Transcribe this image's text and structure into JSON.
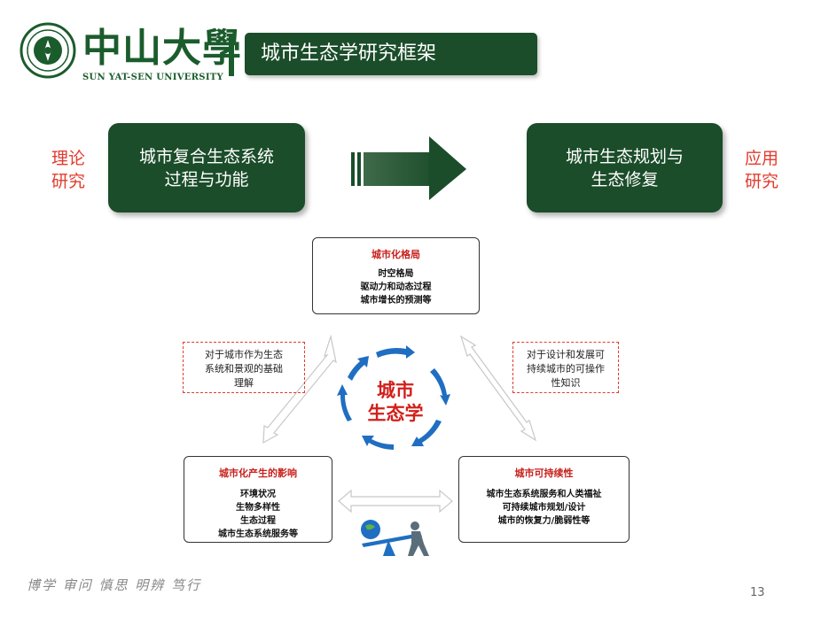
{
  "header": {
    "university_cn": "中山大學",
    "university_en": "SUN YAT-SEN UNIVERSITY",
    "title": "城市生态学研究框架"
  },
  "top_row": {
    "left_label_line1": "理论",
    "left_label_line2": "研究",
    "left_box_line1": "城市复合生态系统",
    "left_box_line2": "过程与功能",
    "right_box_line1": "城市生态规划与",
    "right_box_line2": "生态修复",
    "right_label_line1": "应用",
    "right_label_line2": "研究"
  },
  "nodes": {
    "top": {
      "title": "城市化格局",
      "items": [
        "时空格局",
        "驱动力和动态过程",
        "城市增长的预测等"
      ]
    },
    "bottom_left": {
      "title": "城市化产生的影响",
      "items": [
        "环境状况",
        "生物多样性",
        "生态过程",
        "城市生态系统服务等"
      ]
    },
    "bottom_right": {
      "title": "城市可持续性",
      "items": [
        "城市生态系统服务和人类福祉",
        "可持续城市规划/设计",
        "城市的恢复力/脆弱性等"
      ]
    }
  },
  "notes": {
    "left_lines": [
      "对于城市作为生态",
      "系统和景观的基础",
      "理解"
    ],
    "right_lines": [
      "对于设计和发展可",
      "持续城市的可操作",
      "性知识"
    ]
  },
  "center": {
    "line1": "城市",
    "line2": "生态学"
  },
  "footer": {
    "motto": "博学 审问 慎思 明辨 笃行",
    "page_number": "13"
  },
  "colors": {
    "dark_green": "#1b4d2a",
    "accent_red": "#e23b2e",
    "cycle_blue": "#1f6ec2"
  }
}
